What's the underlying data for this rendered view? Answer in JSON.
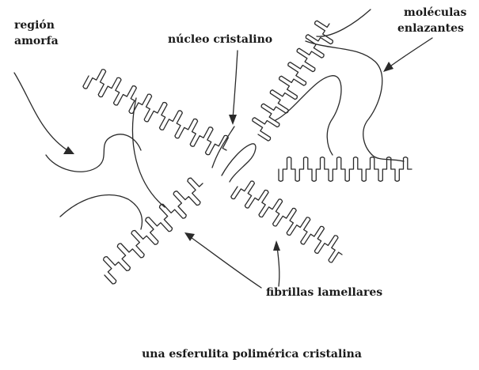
{
  "labels": {
    "amorphous_region": [
      "región",
      "amorfa"
    ],
    "crystalline_nucleus": "núcleo cristalino",
    "tie_molecules": [
      "moléculas",
      "enlazantes"
    ],
    "lamellar_fibrils": "fibrillas lamellares"
  },
  "caption": "una esferulita polimérica cristalina",
  "colors": {
    "ink": "#2a2a2a",
    "text": "#1a1a1a",
    "background": "#ffffff"
  }
}
